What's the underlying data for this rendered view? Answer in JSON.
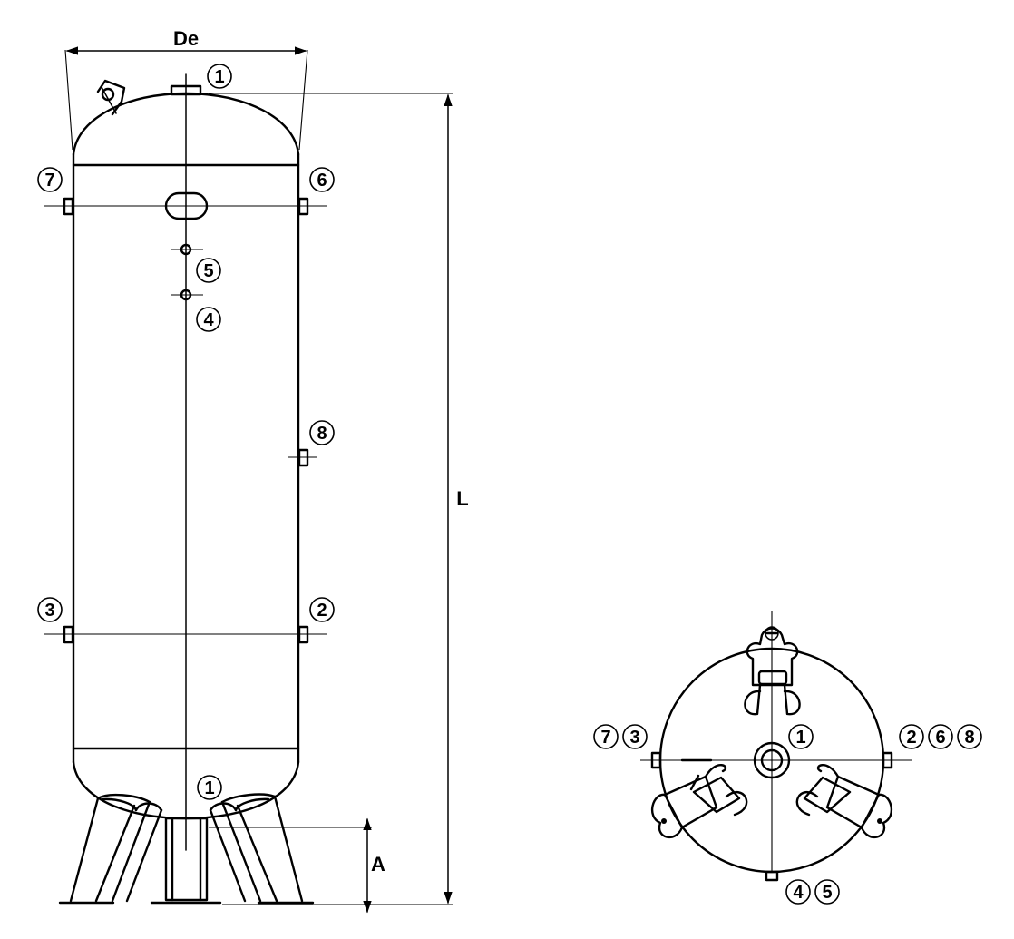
{
  "dimensions": {
    "diameter_label": "De",
    "length_label": "L",
    "height_label": "A"
  },
  "side_view_callouts": {
    "top": "1",
    "bottom": "1",
    "left_upper": "7",
    "right_upper": "6",
    "gauge_upper": "5",
    "gauge_lower": "4",
    "right_middle": "8",
    "left_lower": "3",
    "right_lower": "2"
  },
  "top_view_callouts": {
    "left": [
      "7",
      "3"
    ],
    "center": "1",
    "right": [
      "2",
      "6",
      "8"
    ],
    "bottom": [
      "4",
      "5"
    ]
  }
}
